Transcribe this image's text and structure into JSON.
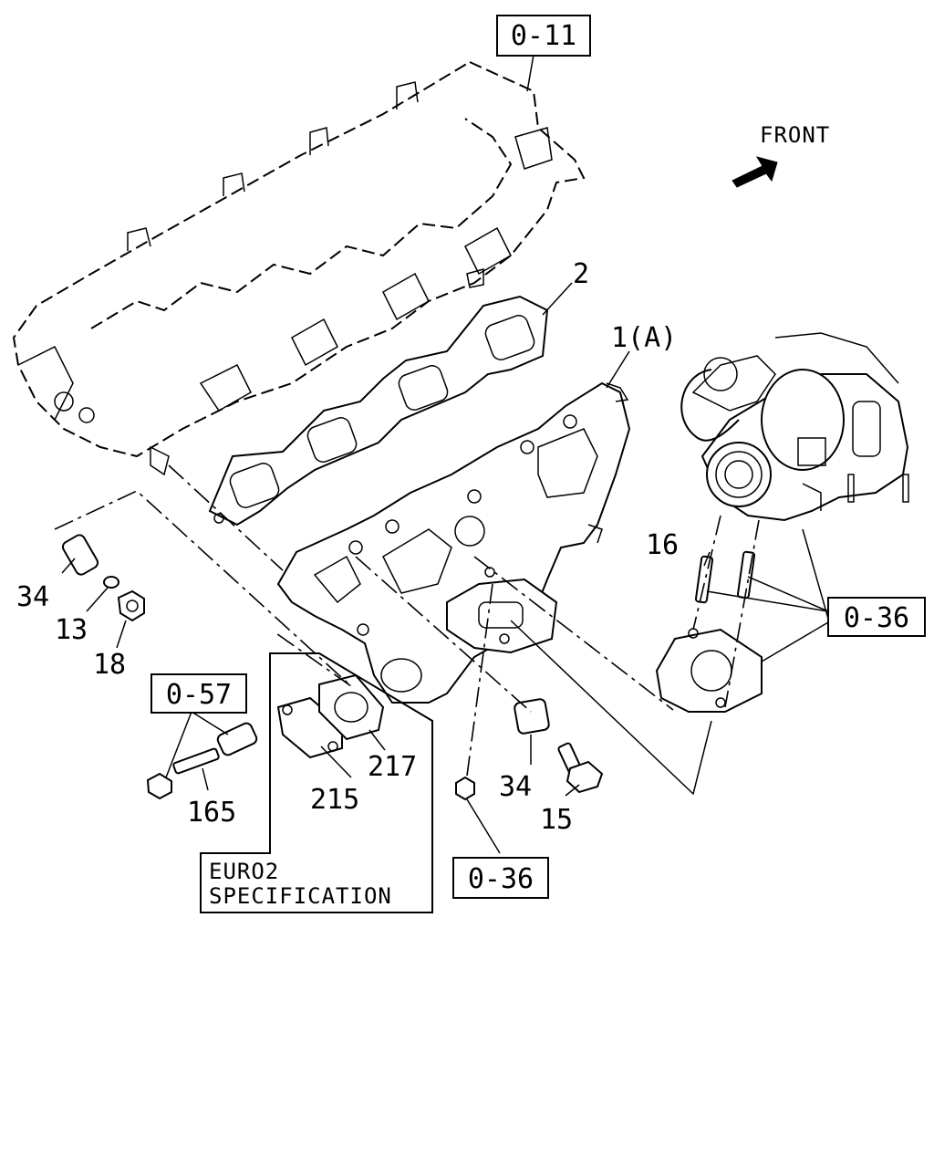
{
  "direction": {
    "label": "FRONT"
  },
  "reference_boxes": [
    {
      "text": "0-11"
    },
    {
      "text": "0-36"
    },
    {
      "text": "0-57"
    },
    {
      "text": "0-36"
    }
  ],
  "part_labels": [
    {
      "text": "2"
    },
    {
      "text": "1(A)"
    },
    {
      "text": "16"
    },
    {
      "text": "34"
    },
    {
      "text": "13"
    },
    {
      "text": "18"
    },
    {
      "text": "165"
    },
    {
      "text": "215"
    },
    {
      "text": "217"
    },
    {
      "text": "34"
    },
    {
      "text": "15"
    }
  ],
  "spec_box": {
    "line1": "EURO2",
    "line2": "SPECIFICATION"
  }
}
